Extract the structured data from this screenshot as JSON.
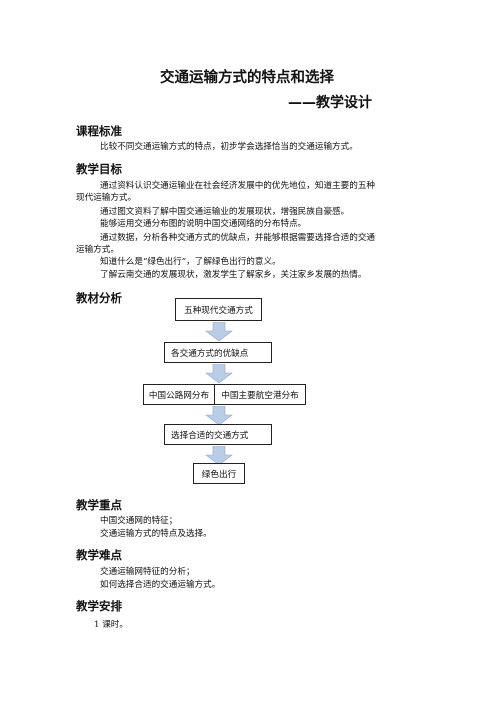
{
  "title": "交通运输方式的特点和选择",
  "subtitle": "——教学设计",
  "sections": {
    "standard": {
      "heading": "课程标准",
      "lines": [
        "比较不同交通运输方式的特点，初步学会选择恰当的交通运输方式。"
      ]
    },
    "goals": {
      "heading": "教学目标",
      "lines": [
        "通过资料认识交通运输业在社会经济发展中的优先地位，知道主要的五种",
        "现代运输方式。",
        "通过图文资料了解中国交通运输业的发展现状，增强民族自豪感。",
        "能够运用交通分布图的说明中国交通网络的分布特点。",
        "通过数据，分析各种交通方式的优缺点，并能够根据需要选择合适的交通",
        "运输方式。",
        "知道什么是“绿色出行”，了解绿色出行的意义。",
        "了解云南交通的发展现状，激发学生了解家乡，关注家乡发展的热情。"
      ]
    },
    "analysis": {
      "heading": "教材分析"
    },
    "keypoints": {
      "heading": "教学重点",
      "lines": [
        "中国交通网的特征；",
        "交通运输方式的特点及选择。"
      ]
    },
    "difficulties": {
      "heading": "教学难点",
      "lines": [
        "交通运输网特征的分析；",
        "如何选择合适的交通运输方式。"
      ]
    },
    "arrangement": {
      "heading": "教学安排",
      "lines": [
        "1 课时。"
      ]
    }
  },
  "flowchart": {
    "box1": "五种现代交通方式",
    "box2": "各交通方式的优缺点",
    "box3a": "中国公路网分布",
    "box3b": "中国主要航空港分布",
    "box4": "选择合适的交通方式",
    "box5": "绿色出行",
    "arrow_color": "#b9cde6",
    "arrow_edge": "#8fa9c9"
  }
}
